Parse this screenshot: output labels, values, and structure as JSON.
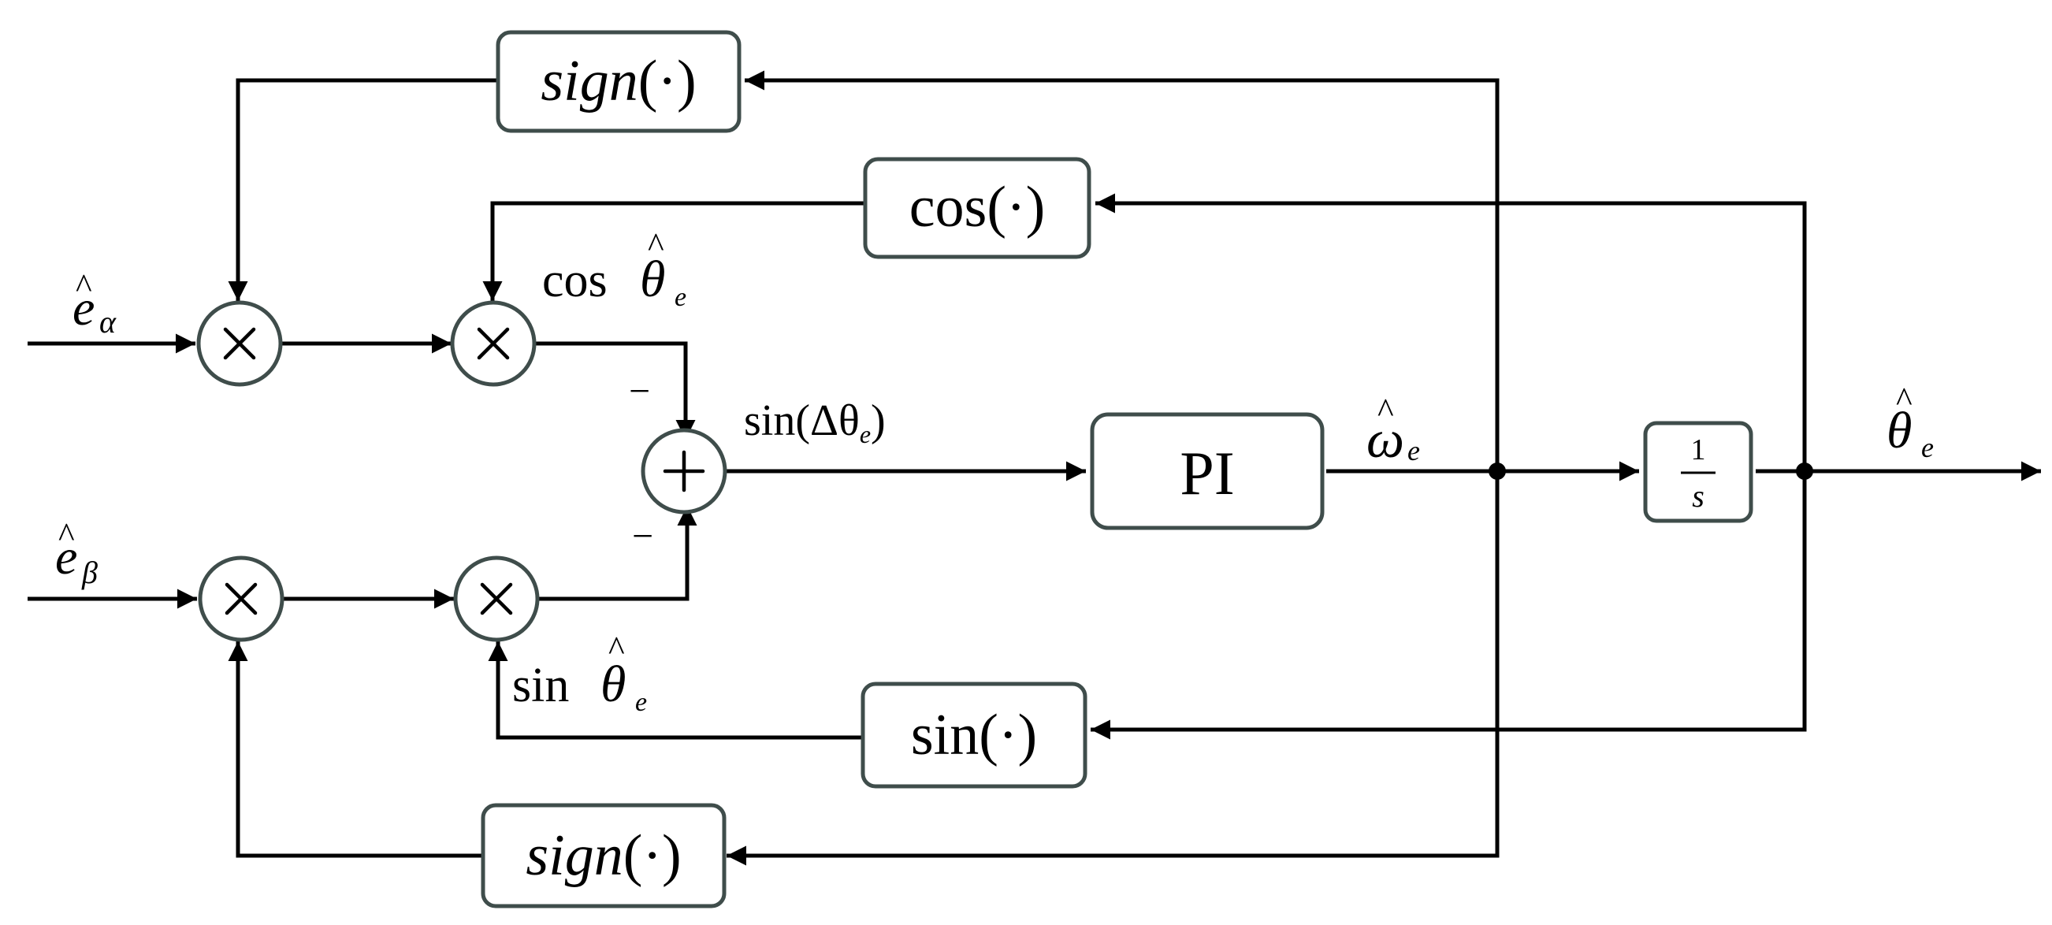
{
  "blocks": {
    "sign_top": "sign",
    "cos": "cos",
    "pi": "PI",
    "integrator_num": "1",
    "integrator_den": "s",
    "sin": "sin",
    "sign_bottom": "sign",
    "arg": "(·)"
  },
  "signals": {
    "e_alpha_base": "e",
    "e_alpha_sub": "α",
    "e_beta_base": "e",
    "e_beta_sub": "β",
    "cos_theta_fn": "cos",
    "sin_theta_fn": "sin",
    "theta": "θ",
    "theta_sub": "e",
    "hat": "^",
    "error_text": "sin(Δθ",
    "error_sub": "e",
    "error_close": ")",
    "omega": "ω",
    "omega_sub": "e",
    "minus_top": "−",
    "minus_bottom": "−"
  }
}
